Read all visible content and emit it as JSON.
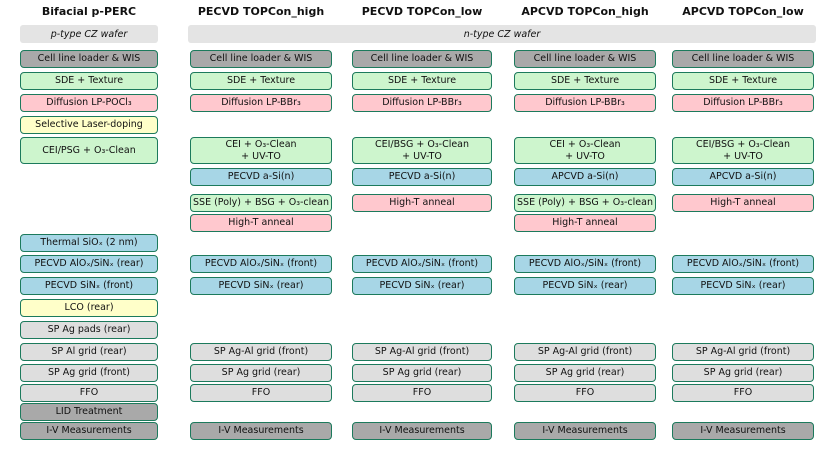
{
  "colors": {
    "box_border": "#1c7a5c",
    "green": "#cdf5cd",
    "pink": "#ffc8ce",
    "blue": "#a7d6e6",
    "yellow": "#ffffc9",
    "light_gray": "#dedede",
    "dark_gray": "#a9a9a9",
    "wafer_gray": "#e4e4e4"
  },
  "shared": {
    "n_wafer": "n-type CZ wafer"
  },
  "perc": {
    "title": "Bifacial p-PERC",
    "wafer": "p-type CZ wafer",
    "loader": "Cell line loader & WIS",
    "sde": "SDE + Texture",
    "diffusion": "Diffusion LP-POCl₃",
    "laser": "Selective Laser-doping",
    "cei": "CEI/PSG + O₃-Clean",
    "thermal": "Thermal SiOₓ (2 nm)",
    "alox": "PECVD AlOₓ/SiNₓ (rear)",
    "sinx": "PECVD SiNₓ (front)",
    "lco": "LCO (rear)",
    "pads": "SP Ag pads (rear)",
    "al_grid": "SP Al grid (rear)",
    "ag_grid": "SP Ag grid (front)",
    "ffo": "FFO",
    "lid": "LID Treatment",
    "iv": "I-V Measurements"
  },
  "pecvd_high": {
    "title": "PECVD TOPCon_high",
    "loader": "Cell line loader & WIS",
    "sde": "SDE + Texture",
    "diffusion": "Diffusion LP-BBr₃",
    "cei": "CEI + O₃-Clean\n+ UV-TO",
    "asi": "PECVD a-Si(n)",
    "sse": "SSE (Poly) + BSG + O₃-clean",
    "anneal": "High-T anneal",
    "alox": "PECVD AlOₓ/SiNₓ (front)",
    "sinx": "PECVD SiNₓ (rear)",
    "agal_grid": "SP Ag-Al grid (front)",
    "ag_grid": "SP Ag grid (rear)",
    "ffo": "FFO",
    "iv": "I-V Measurements"
  },
  "pecvd_low": {
    "title": "PECVD TOPCon_low",
    "loader": "Cell line loader & WIS",
    "sde": "SDE + Texture",
    "diffusion": "Diffusion LP-BBr₃",
    "cei": "CEI/BSG + O₃-Clean\n+ UV-TO",
    "asi": "PECVD a-Si(n)",
    "anneal": "High-T anneal",
    "alox": "PECVD AlOₓ/SiNₓ (front)",
    "sinx": "PECVD SiNₓ (rear)",
    "agal_grid": "SP Ag-Al grid (front)",
    "ag_grid": "SP Ag grid (rear)",
    "ffo": "FFO",
    "iv": "I-V Measurements"
  },
  "apcvd_high": {
    "title": "APCVD TOPCon_high",
    "loader": "Cell line loader & WIS",
    "sde": "SDE + Texture",
    "diffusion": "Diffusion LP-BBr₃",
    "cei": "CEI + O₃-Clean\n+ UV-TO",
    "asi": "APCVD a-Si(n)",
    "sse": "SSE (Poly) + BSG + O₃-clean",
    "anneal": "High-T anneal",
    "alox": "PECVD AlOₓ/SiNₓ (front)",
    "sinx": "PECVD SiNₓ (rear)",
    "agal_grid": "SP Ag-Al grid (front)",
    "ag_grid": "SP Ag grid (rear)",
    "ffo": "FFO",
    "iv": "I-V Measurements"
  },
  "apcvd_low": {
    "title": "APCVD TOPCon_low",
    "loader": "Cell line loader & WIS",
    "sde": "SDE + Texture",
    "diffusion": "Diffusion LP-BBr₃",
    "cei": "CEI/BSG + O₃-Clean\n+ UV-TO",
    "asi": "APCVD a-Si(n)",
    "anneal": "High-T anneal",
    "alox": "PECVD AlOₓ/SiNₓ (front)",
    "sinx": "PECVD SiNₓ (rear)",
    "agal_grid": "SP Ag-Al grid (front)",
    "ag_grid": "SP Ag grid (rear)",
    "ffo": "FFO",
    "iv": "I-V Measurements"
  }
}
